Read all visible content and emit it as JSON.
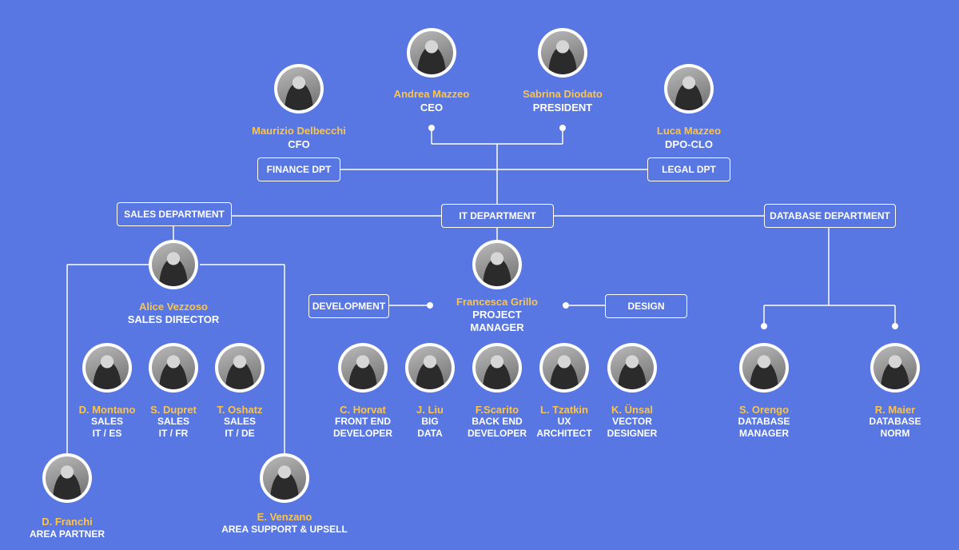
{
  "departments": {
    "finance": "FINANCE DPT",
    "legal": "LEGAL DPT",
    "sales": "SALES DEPARTMENT",
    "it": "IT DEPARTMENT",
    "database": "DATABASE DEPARTMENT",
    "development": "DEVELOPMENT",
    "design": "DESIGN"
  },
  "people": {
    "ceo": {
      "name": "Andrea Mazzeo",
      "role": "CEO"
    },
    "president": {
      "name": "Sabrina Diodato",
      "role": "PRESIDENT"
    },
    "cfo": {
      "name": "Maurizio Delbecchi",
      "role": "CFO"
    },
    "dpo": {
      "name": "Luca Mazzeo",
      "role": "DPO-CLO"
    },
    "sales_director": {
      "name": "Alice Vezzoso",
      "role": "SALES DIRECTOR"
    },
    "project_manager": {
      "name": "Francesca Grillo",
      "role": "PROJECT\nMANAGER"
    },
    "montano": {
      "name": "D. Montano",
      "role": "SALES\nIT / ES"
    },
    "dupret": {
      "name": "S. Dupret",
      "role": "SALES\nIT / FR"
    },
    "oshatz": {
      "name": "T. Oshatz",
      "role": "SALES\nIT / DE"
    },
    "franchi": {
      "name": "D. Franchi",
      "role": "AREA PARTNER"
    },
    "venzano": {
      "name": "E. Venzano",
      "role": "AREA SUPPORT & UPSELL"
    },
    "horvat": {
      "name": "C. Horvat",
      "role": "FRONT END\nDEVELOPER"
    },
    "liu": {
      "name": "J. Liu",
      "role": "BIG\nDATA"
    },
    "scarito": {
      "name": "F.Scarito",
      "role": "BACK END\nDEVELOPER"
    },
    "tzatkin": {
      "name": "L. Tzatkin",
      "role": "UX\nARCHITECT"
    },
    "unsal": {
      "name": "K. Ünsal",
      "role": "VECTOR\nDESIGNER"
    },
    "orengo": {
      "name": "S. Orengo",
      "role": "DATABASE\nMANAGER"
    },
    "maier": {
      "name": "R. Maier",
      "role": "DATABASE\nNORM"
    }
  }
}
